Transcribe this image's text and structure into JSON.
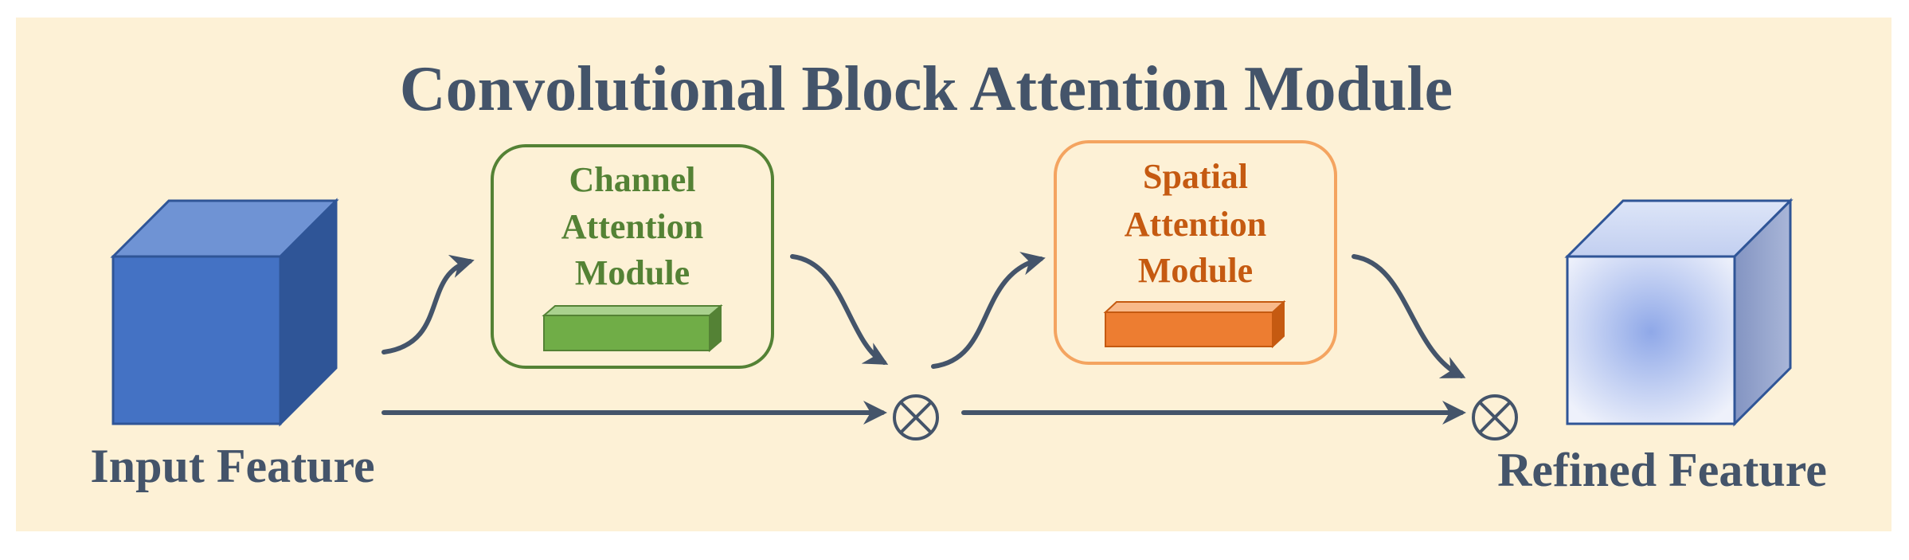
{
  "title": "Convolutional Block Attention Module",
  "channel_module": {
    "lines": [
      "Channel",
      "Attention",
      "Module"
    ]
  },
  "spatial_module": {
    "lines": [
      "Spatial",
      "Attention",
      "Module"
    ]
  },
  "input_label": "Input Feature",
  "output_label": "Refined Feature",
  "colors": {
    "background": "#fdf1d6",
    "title_text": "#44546a",
    "label_text": "#44546a",
    "arrow": "#44546a",
    "channel": "#548235",
    "channel_bar": "#70ad47",
    "spatial": "#c55a11",
    "spatial_border": "#f4a460",
    "spatial_bar": "#ed7d31",
    "input_cube": "#4472c4",
    "input_cube_top": "#6f93d4",
    "input_cube_side": "#2f5597",
    "refined_cube_border": "#2f5597"
  }
}
